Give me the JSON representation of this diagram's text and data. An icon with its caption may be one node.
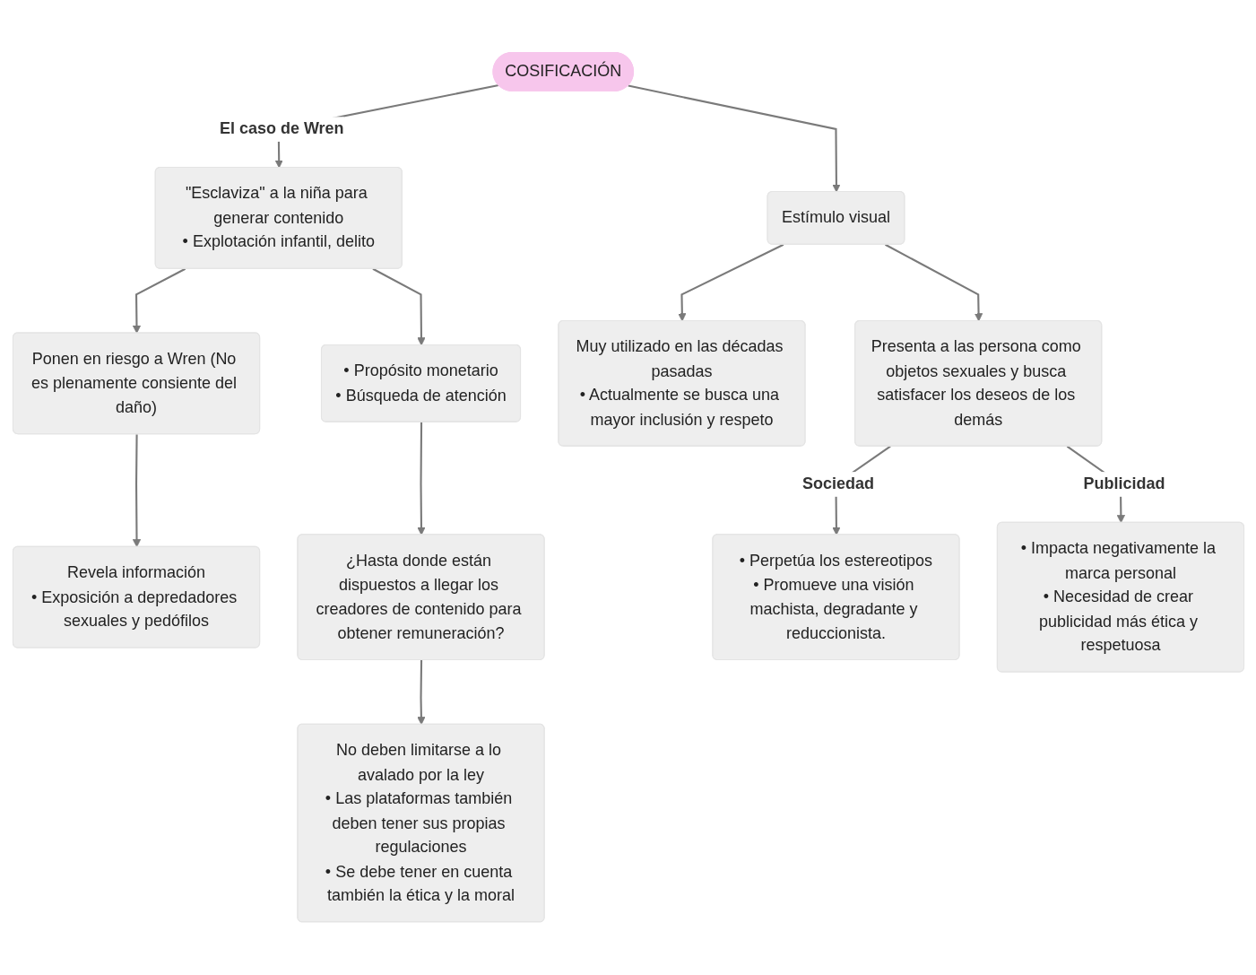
{
  "diagram": {
    "nodes": [
      {
        "text": [
          "COSIFICACIÓN"
        ]
      },
      {
        "text": [
          "\"Esclaviza\" a la niña para generar contenido",
          "• Explotación infantil, delito"
        ]
      },
      {
        "text": [
          "Estímulo visual"
        ]
      },
      {
        "text": [
          "Muy utilizado en las décadas pasadas",
          "• Actualmente se busca una mayor inclusión y respeto"
        ]
      },
      {
        "text": [
          "Ponen en riesgo a Wren (No es plenamente consiente del daño)"
        ]
      },
      {
        "text": [
          "• Propósito monetario",
          "• Búsqueda de atención"
        ]
      },
      {
        "text": [
          "Revela información",
          "• Exposición a depredadores sexuales y pedófilos"
        ]
      },
      {
        "text": [
          "¿Hasta donde están dispuestos a llegar los creadores de contenido para obtener remuneración?"
        ]
      },
      {
        "text": [
          "No deben limitarse a lo avalado por la ley",
          "• Las plataformas también deben tener sus propias regulaciones",
          "• Se debe tener en cuenta también la ética y la moral"
        ]
      },
      {
        "text": [
          "Presenta a las persona como objetos sexuales y busca satisfacer los deseos de los demás"
        ]
      },
      {
        "text": [
          "• Perpetúa los estereotipos",
          "• Promueve una visión machista, degradante y reduccionista."
        ]
      },
      {
        "text": [
          "• Impacta negativamente la marca personal",
          "• Necesidad de crear publicidad más ética y respetuosa"
        ]
      }
    ],
    "edges": [
      {
        "from": 0,
        "to": 1,
        "arrow": "to",
        "label": "El caso de Wren"
      },
      {
        "from": 0,
        "to": 2,
        "arrow": "to"
      },
      {
        "from": 2,
        "to": 3,
        "arrow": "to"
      },
      {
        "from": 2,
        "to": 9,
        "arrow": "to"
      },
      {
        "from": 1,
        "to": 4,
        "arrow": "to"
      },
      {
        "from": 1,
        "to": 5,
        "arrow": "to"
      },
      {
        "from": 4,
        "to": 6,
        "arrow": "to"
      },
      {
        "from": 5,
        "to": 7,
        "arrow": "to"
      },
      {
        "from": 7,
        "to": 8,
        "arrow": "to"
      },
      {
        "from": 9,
        "to": 10,
        "arrow": "to",
        "label": "Sociedad"
      },
      {
        "from": 9,
        "to": 11,
        "arrow": "to",
        "label": "Publicidad"
      }
    ]
  }
}
